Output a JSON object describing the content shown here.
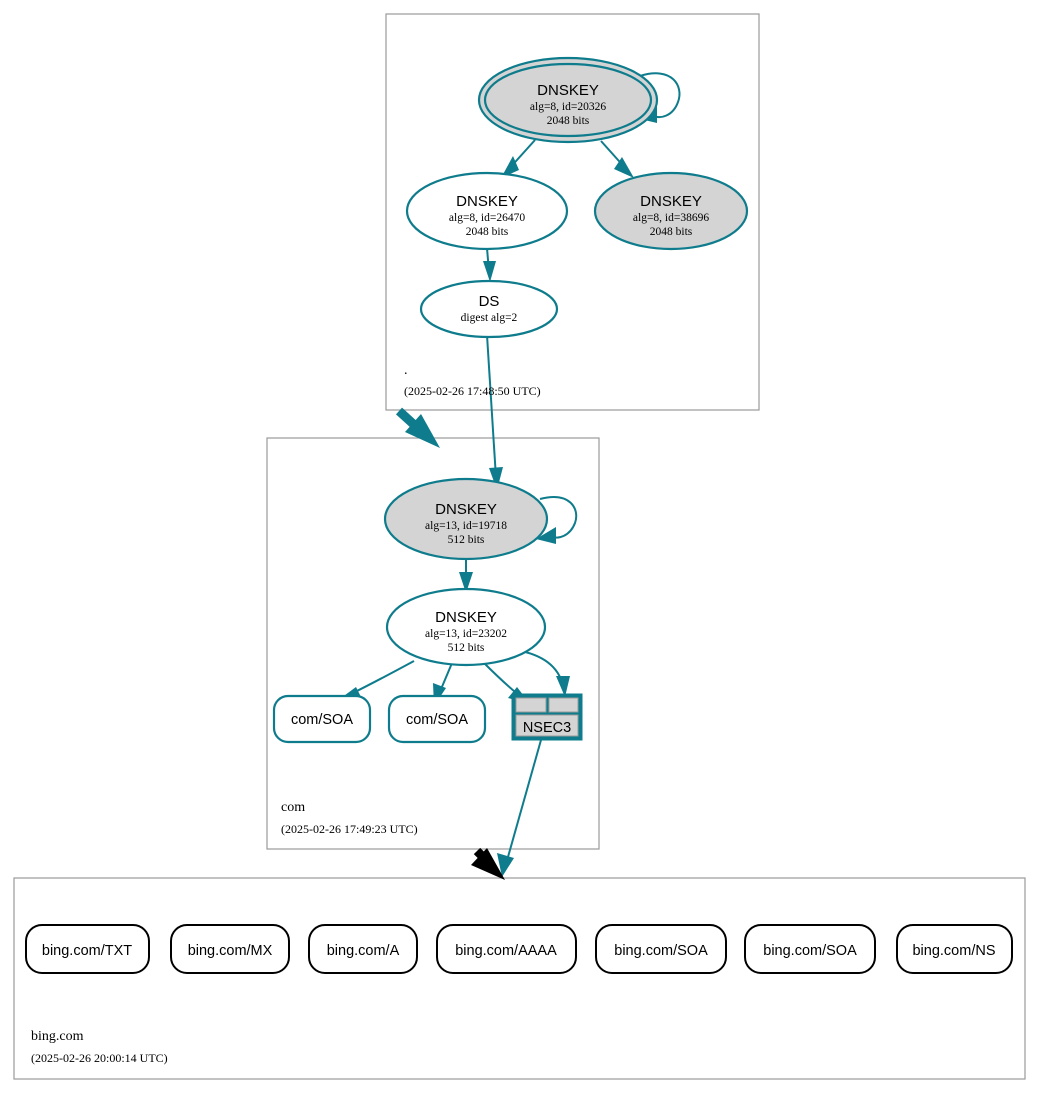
{
  "diagram": {
    "type": "dnssec-authentication-chain",
    "colors": {
      "secure": "#0e7c8c",
      "insecure": "#000000",
      "node_fill_signed": "#d4d4d4",
      "node_fill_plain": "#ffffff",
      "zone_border": "#9a9a9a"
    }
  },
  "zones": [
    {
      "id": "root",
      "name": ".",
      "timestamp": "(2025-02-26 17:48:50 UTC)",
      "nodes": [
        {
          "id": "root-ksk",
          "kind": "DNSKEY",
          "title": "DNSKEY",
          "line2": "alg=8, id=20326",
          "line3": "2048 bits",
          "shape": "double-ellipse",
          "fill": "shaded",
          "self_signed": true
        },
        {
          "id": "root-zsk-26470",
          "kind": "DNSKEY",
          "title": "DNSKEY",
          "line2": "alg=8, id=26470",
          "line3": "2048 bits",
          "shape": "ellipse",
          "fill": "plain",
          "self_signed": false
        },
        {
          "id": "root-zsk-38696",
          "kind": "DNSKEY",
          "title": "DNSKEY",
          "line2": "alg=8, id=38696",
          "line3": "2048 bits",
          "shape": "ellipse",
          "fill": "shaded",
          "self_signed": false
        },
        {
          "id": "root-ds",
          "kind": "DS",
          "title": "DS",
          "line2": "digest alg=2",
          "line3": "",
          "shape": "ellipse",
          "fill": "plain",
          "self_signed": false
        }
      ]
    },
    {
      "id": "com",
      "name": "com",
      "timestamp": "(2025-02-26 17:49:23 UTC)",
      "nodes": [
        {
          "id": "com-ksk",
          "kind": "DNSKEY",
          "title": "DNSKEY",
          "line2": "alg=13, id=19718",
          "line3": "512 bits",
          "shape": "ellipse",
          "fill": "shaded",
          "self_signed": true
        },
        {
          "id": "com-zsk",
          "kind": "DNSKEY",
          "title": "DNSKEY",
          "line2": "alg=13, id=23202",
          "line3": "512 bits",
          "shape": "ellipse",
          "fill": "plain",
          "self_signed": false
        },
        {
          "id": "com-soa-1",
          "kind": "RRSET",
          "title": "com/SOA",
          "shape": "rounded-box",
          "status": "secure"
        },
        {
          "id": "com-soa-2",
          "kind": "RRSET",
          "title": "com/SOA",
          "shape": "rounded-box",
          "status": "secure"
        },
        {
          "id": "com-nsec3",
          "kind": "NSEC3",
          "title": "NSEC3",
          "shape": "table-box",
          "status": "secure"
        }
      ]
    },
    {
      "id": "bingcom",
      "name": "bing.com",
      "timestamp": "(2025-02-26 20:00:14 UTC)",
      "nodes": [
        {
          "id": "bing-txt",
          "kind": "RRSET",
          "title": "bing.com/TXT",
          "shape": "rounded-box",
          "status": "insecure"
        },
        {
          "id": "bing-mx",
          "kind": "RRSET",
          "title": "bing.com/MX",
          "shape": "rounded-box",
          "status": "insecure"
        },
        {
          "id": "bing-a",
          "kind": "RRSET",
          "title": "bing.com/A",
          "shape": "rounded-box",
          "status": "insecure"
        },
        {
          "id": "bing-aaaa",
          "kind": "RRSET",
          "title": "bing.com/AAAA",
          "shape": "rounded-box",
          "status": "insecure"
        },
        {
          "id": "bing-soa1",
          "kind": "RRSET",
          "title": "bing.com/SOA",
          "shape": "rounded-box",
          "status": "insecure"
        },
        {
          "id": "bing-soa2",
          "kind": "RRSET",
          "title": "bing.com/SOA",
          "shape": "rounded-box",
          "status": "insecure"
        },
        {
          "id": "bing-ns",
          "kind": "RRSET",
          "title": "bing.com/NS",
          "shape": "rounded-box",
          "status": "insecure"
        }
      ]
    }
  ],
  "edges": [
    {
      "from": "root-ksk",
      "to": "root-ksk",
      "style": "self-loop",
      "color": "secure"
    },
    {
      "from": "root-ksk",
      "to": "root-zsk-26470",
      "style": "arrow",
      "color": "secure"
    },
    {
      "from": "root-ksk",
      "to": "root-zsk-38696",
      "style": "arrow",
      "color": "secure"
    },
    {
      "from": "root-zsk-26470",
      "to": "root-ds",
      "style": "arrow",
      "color": "secure"
    },
    {
      "from": "root-ds",
      "to": "com-ksk",
      "style": "arrow",
      "color": "secure"
    },
    {
      "from": "root",
      "to": "com",
      "style": "delegation",
      "color": "secure"
    },
    {
      "from": "com-ksk",
      "to": "com-ksk",
      "style": "self-loop",
      "color": "secure"
    },
    {
      "from": "com-ksk",
      "to": "com-zsk",
      "style": "arrow",
      "color": "secure"
    },
    {
      "from": "com-zsk",
      "to": "com-soa-1",
      "style": "arrow",
      "color": "secure"
    },
    {
      "from": "com-zsk",
      "to": "com-soa-2",
      "style": "arrow",
      "color": "secure"
    },
    {
      "from": "com-zsk",
      "to": "com-nsec3",
      "style": "arrow",
      "color": "secure"
    },
    {
      "from": "com-zsk",
      "to": "com-nsec3",
      "style": "arrow",
      "color": "secure"
    },
    {
      "from": "com-nsec3",
      "to": "bingcom",
      "style": "arrow",
      "color": "secure"
    },
    {
      "from": "com",
      "to": "bingcom",
      "style": "delegation",
      "color": "insecure"
    }
  ]
}
